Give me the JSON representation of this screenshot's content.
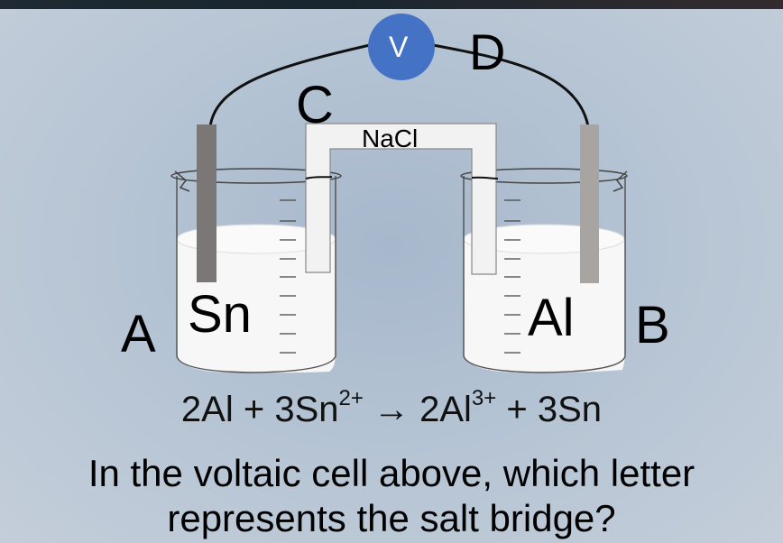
{
  "slide": {
    "voltmeter_label": "V",
    "salt_bridge_label": "NaCl",
    "letters": {
      "a": "A",
      "b": "B",
      "c": "C",
      "d": "D"
    },
    "left_electrode": "Sn",
    "right_electrode": "Al",
    "equation": {
      "lhs_1": "2Al + 3Sn",
      "lhs_charge": "2+",
      "arrow": " → ",
      "rhs_1": "2Al",
      "rhs_charge": "3+",
      "rhs_2": " + 3Sn"
    },
    "question_line1": "In the voltaic cell above, which letter",
    "question_line2": "represents the salt bridge?"
  },
  "colors": {
    "voltmeter": "#4472c4",
    "sn_electrode": "#7a7776",
    "al_electrode": "#a8a4a2",
    "salt_bridge": "#f2f2f2",
    "solution": "#f7f7f7"
  }
}
